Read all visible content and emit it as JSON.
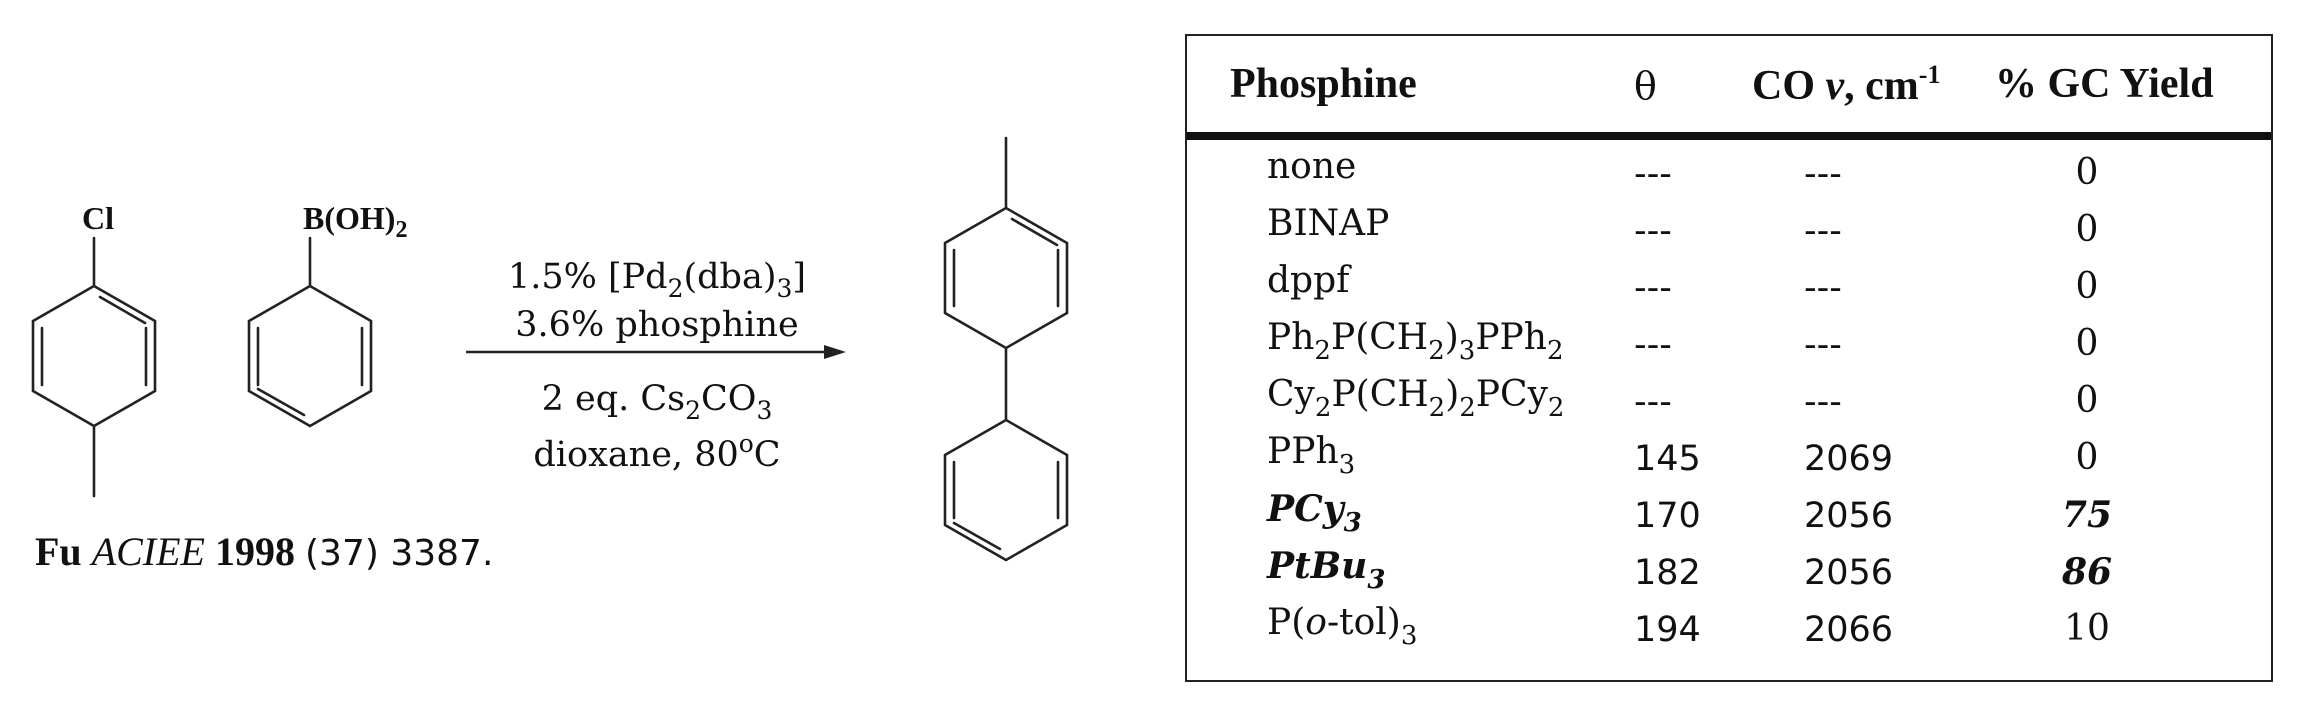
{
  "scheme": {
    "reactant1_atom": "Cl",
    "reactant2_atom_main": "B(OH)",
    "reactant2_atom_sub": "2",
    "conditions_above": [
      {
        "parts": [
          {
            "t": "1.5% [Pd"
          },
          {
            "t": "2",
            "sub": true
          },
          {
            "t": "(dba)"
          },
          {
            "t": "3",
            "sub": true
          },
          {
            "t": "]"
          }
        ]
      },
      {
        "parts": [
          {
            "t": "3.6% phosphine"
          }
        ]
      }
    ],
    "conditions_below": [
      {
        "parts": [
          {
            "t": "2 eq. Cs"
          },
          {
            "t": "2",
            "sub": true
          },
          {
            "t": "CO"
          },
          {
            "t": "3",
            "sub": true
          }
        ]
      },
      {
        "parts": [
          {
            "t": "dioxane, 80"
          },
          {
            "t": "o",
            "sup": true
          },
          {
            "t": "C"
          }
        ]
      }
    ]
  },
  "citation": {
    "author": "Fu",
    "journal": "ACIEE",
    "year": "1998",
    "volume": "(37) 3387."
  },
  "table": {
    "headers": {
      "phosphine": "Phosphine",
      "theta": "θ",
      "co_main": "CO ",
      "co_italic": "v",
      "co_unit": ", cm",
      "co_sup": "-1",
      "yield": "% GC Yield"
    },
    "rows": [
      {
        "name": [
          {
            "t": "none"
          }
        ],
        "theta": "---",
        "co": "---",
        "yield": "0",
        "highlight": false
      },
      {
        "name": [
          {
            "t": "BINAP"
          }
        ],
        "theta": "---",
        "co": "---",
        "yield": "0",
        "highlight": false
      },
      {
        "name": [
          {
            "t": "dppf"
          }
        ],
        "theta": "---",
        "co": "---",
        "yield": "0",
        "highlight": false
      },
      {
        "name": [
          {
            "t": "Ph"
          },
          {
            "t": "2",
            "sub": true
          },
          {
            "t": "P(CH"
          },
          {
            "t": "2",
            "sub": true
          },
          {
            "t": ")"
          },
          {
            "t": "3",
            "sub": true
          },
          {
            "t": "PPh"
          },
          {
            "t": "2",
            "sub": true
          }
        ],
        "theta": "---",
        "co": "---",
        "yield": "0",
        "highlight": false
      },
      {
        "name": [
          {
            "t": "Cy"
          },
          {
            "t": "2",
            "sub": true
          },
          {
            "t": "P(CH"
          },
          {
            "t": "2",
            "sub": true
          },
          {
            "t": ")"
          },
          {
            "t": "2",
            "sub": true
          },
          {
            "t": "PCy"
          },
          {
            "t": "2",
            "sub": true
          }
        ],
        "theta": "---",
        "co": "---",
        "yield": "0",
        "highlight": false
      },
      {
        "name": [
          {
            "t": "PPh"
          },
          {
            "t": "3",
            "sub": true
          }
        ],
        "theta": "145",
        "co": "2069",
        "yield": "0",
        "highlight": false
      },
      {
        "name": [
          {
            "t": "PCy"
          },
          {
            "t": "3",
            "sub": true
          }
        ],
        "theta": "170",
        "co": "2056",
        "yield": "75",
        "highlight": true
      },
      {
        "name": [
          {
            "t": "PtBu"
          },
          {
            "t": "3",
            "sub": true
          }
        ],
        "theta": "182",
        "co": "2056",
        "yield": "86",
        "highlight": true
      },
      {
        "name": [
          {
            "t": "P("
          },
          {
            "t": "o",
            "it": true
          },
          {
            "t": "-tol)"
          },
          {
            "t": "3",
            "sub": true
          }
        ],
        "theta": "194",
        "co": "2066",
        "yield": "10",
        "highlight": false
      }
    ]
  }
}
